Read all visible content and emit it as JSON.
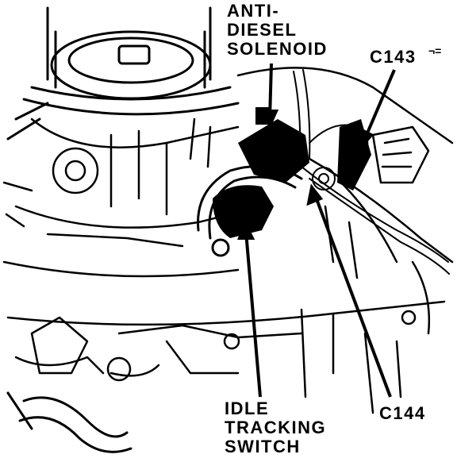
{
  "labels": {
    "anti_diesel": [
      "ANTI-",
      "DIESEL",
      "SOLENOID"
    ],
    "c143": "C143",
    "idle_tracking": [
      "IDLE",
      "TRACKING",
      "SWITCH"
    ],
    "c144": "C144",
    "corner_mark": "¬="
  },
  "colors": {
    "ink": "#000000",
    "paper": "#ffffff"
  }
}
